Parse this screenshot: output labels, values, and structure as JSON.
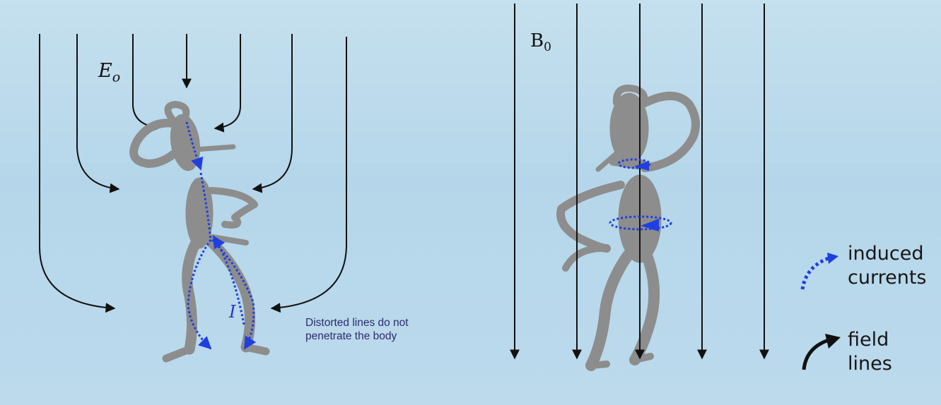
{
  "left_panel": {
    "field_label": "E",
    "field_label_sub": "o",
    "current_label": "I",
    "note": "Distorted lines do not penetrate the body"
  },
  "right_panel": {
    "field_label": "B",
    "field_label_sub": "0"
  },
  "legend": {
    "induced_currents": "induced currents",
    "field_lines": "field lines"
  },
  "colors": {
    "background": "#bcdaec",
    "body": "#8d8d8d",
    "field_line": "#111111",
    "induced_current": "#1f3fe0"
  },
  "icons": [
    "field-line-icon",
    "induced-current-icon"
  ]
}
